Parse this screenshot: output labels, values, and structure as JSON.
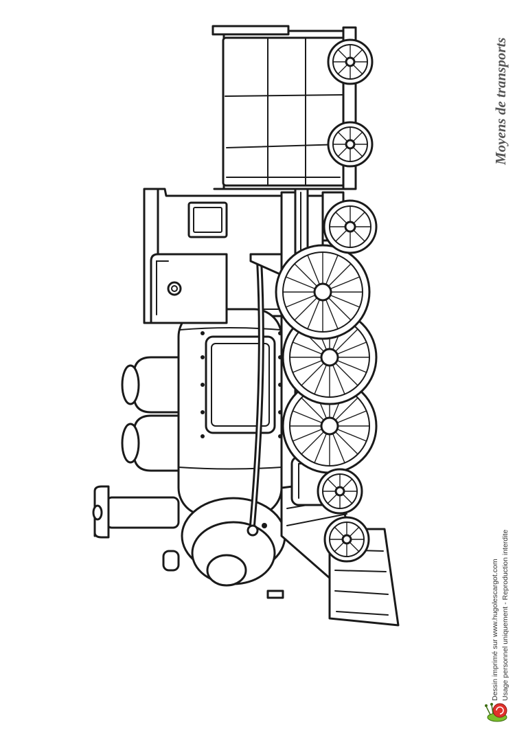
{
  "header": {
    "category_title": "Moyens de transports"
  },
  "footer": {
    "line1": "Dessin imprimé sur www.hugolescargot.com",
    "line2": "Usage personnel uniquement - Reproduction interdite"
  },
  "logo": {
    "icon": "snail-mascot-icon",
    "colors": {
      "shell": "#e0312b",
      "body": "#7bbf2a"
    }
  },
  "illustration": {
    "icon": "steam-locomotive-icon"
  }
}
